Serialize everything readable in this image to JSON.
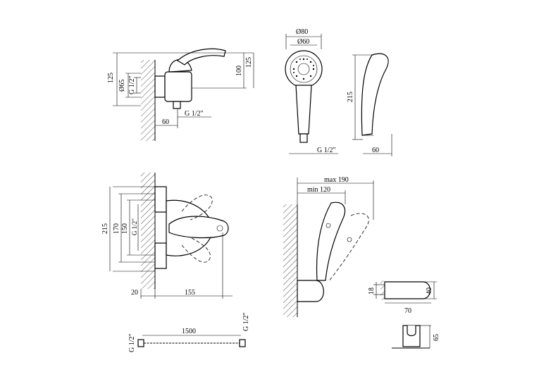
{
  "labels": {
    "d80": "Ø80",
    "d60": "Ø60",
    "d65": "Ø65",
    "g12": "G 1/2\"",
    "g12_side": "G 1/2\"",
    "g12_bottom": "G 1/2\"",
    "g12_head": "G 1/2\"",
    "g12_hose_l": "G 1/2\"",
    "g12_hose_r": "G 1/2\"",
    "g12_front": "G 1/2\"",
    "v125a": "125",
    "v100": "100",
    "v125b": "125",
    "h60a": "60",
    "v215a": "215",
    "h60b": "60",
    "max190": "max 190",
    "min120": "min 120",
    "v215b": "215",
    "v170": "170",
    "v150": "150",
    "h20": "20",
    "h155": "155",
    "v18": "18",
    "v40": "40",
    "h70": "70",
    "v65": "65",
    "h1500": "1500"
  }
}
